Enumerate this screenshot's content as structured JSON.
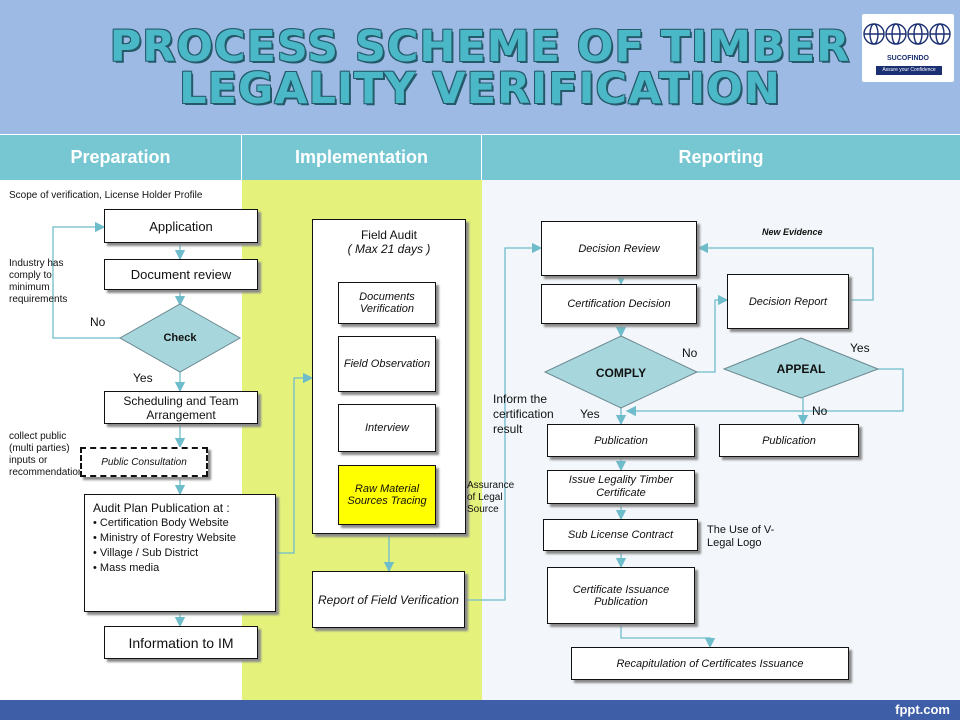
{
  "slide": {
    "title_line1": "PROCESS SCHEME OF TIMBER",
    "title_line2": "LEGALITY VERIFICATION",
    "logo": {
      "name": "SUCOFINDO",
      "tagline": "Assure your Confidence"
    },
    "footer_brand": "fppt.com"
  },
  "bands": [
    "Preparation",
    "Implementation",
    "Reporting"
  ],
  "preparation": {
    "note_scope": "Scope of verification, License Holder Profile",
    "application": "Application",
    "note_industry": "Industry has comply to minimum requirements",
    "document_review": "Document review",
    "check": "Check",
    "no": "No",
    "yes": "Yes",
    "scheduling": "Scheduling and Team Arrangement",
    "note_public": "collect public (multi parties) inputs or recommendations",
    "public_consultation": "Public Consultation",
    "audit_plan_title": "Audit Plan Publication at :",
    "audit_plan_items": [
      "Certification Body Website",
      "Ministry of Forestry Website",
      "Village / Sub District",
      "Mass media"
    ],
    "information": "Information to IM"
  },
  "implementation": {
    "field_audit": "Field Audit",
    "field_audit_days": "( Max 21 days )",
    "documents_verification": "Documents Verification",
    "field_observation": "Field Observation",
    "interview": "Interview",
    "raw_material": "Raw Material Sources Tracing",
    "report": "Report of Field Verification",
    "note_assurance": "Assurance of Legal Source"
  },
  "reporting": {
    "decision_review": "Decision Review",
    "new_evidence": "New Evidence",
    "certification_decision": "Certification Decision",
    "decision_report": "Decision Report",
    "comply": "COMPLY",
    "appeal": "APPEAL",
    "no_comply": "No",
    "yes_appeal": "Yes",
    "no_appeal": "No",
    "yes_comply": "Yes",
    "inform": "Inform the certification result",
    "publication_left": "Publication",
    "publication_right": "Publication",
    "issue_certificate": "Issue Legality Timber Certificate",
    "sub_license": "Sub License Contract",
    "note_logo": "The Use of V-Legal Logo",
    "certificate_publication": "Certificate Issuance Publication",
    "recapitulation": "Recapitulation  of Certificates Issuance"
  },
  "colors": {
    "header_bg": "#9cbae4",
    "title": "#4bb8c8",
    "band_bar": "#76c7d1",
    "implementation_bg": "#e4f27c",
    "diamond": "#a7d7dc",
    "highlight": "#ffff00",
    "connector": "#6fbccb"
  }
}
